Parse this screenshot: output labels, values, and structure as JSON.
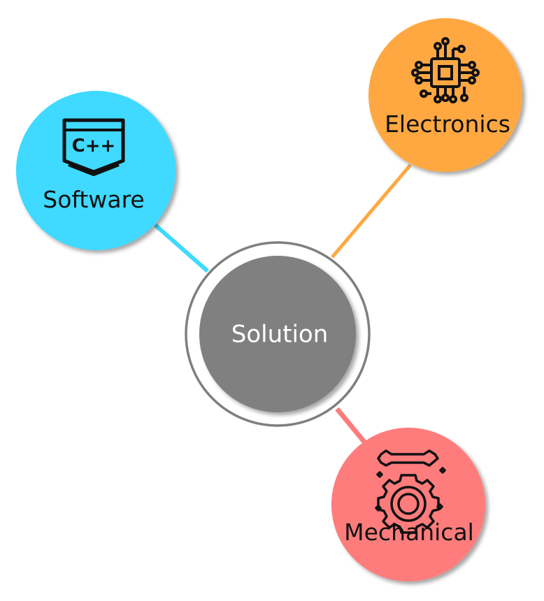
{
  "center": {
    "label": "Solution",
    "fill": "#808080",
    "ring": "#7f7f7f",
    "text_color": "#ffffff"
  },
  "nodes": [
    {
      "id": "software",
      "label": "Software",
      "icon": "cpp-code-icon",
      "fill": "#3fd9ff",
      "line": "#3fd9ff"
    },
    {
      "id": "electronics",
      "label": "Electronics",
      "icon": "circuit-chip-icon",
      "fill": "#ffa842",
      "line": "#ffa842"
    },
    {
      "id": "mechanical",
      "label": "Mechanical",
      "icon": "wrench-gear-icon",
      "fill": "#ff7b7b",
      "line": "#ff7b7b"
    }
  ],
  "software_icon_text": "C++",
  "text_color": "#111111"
}
